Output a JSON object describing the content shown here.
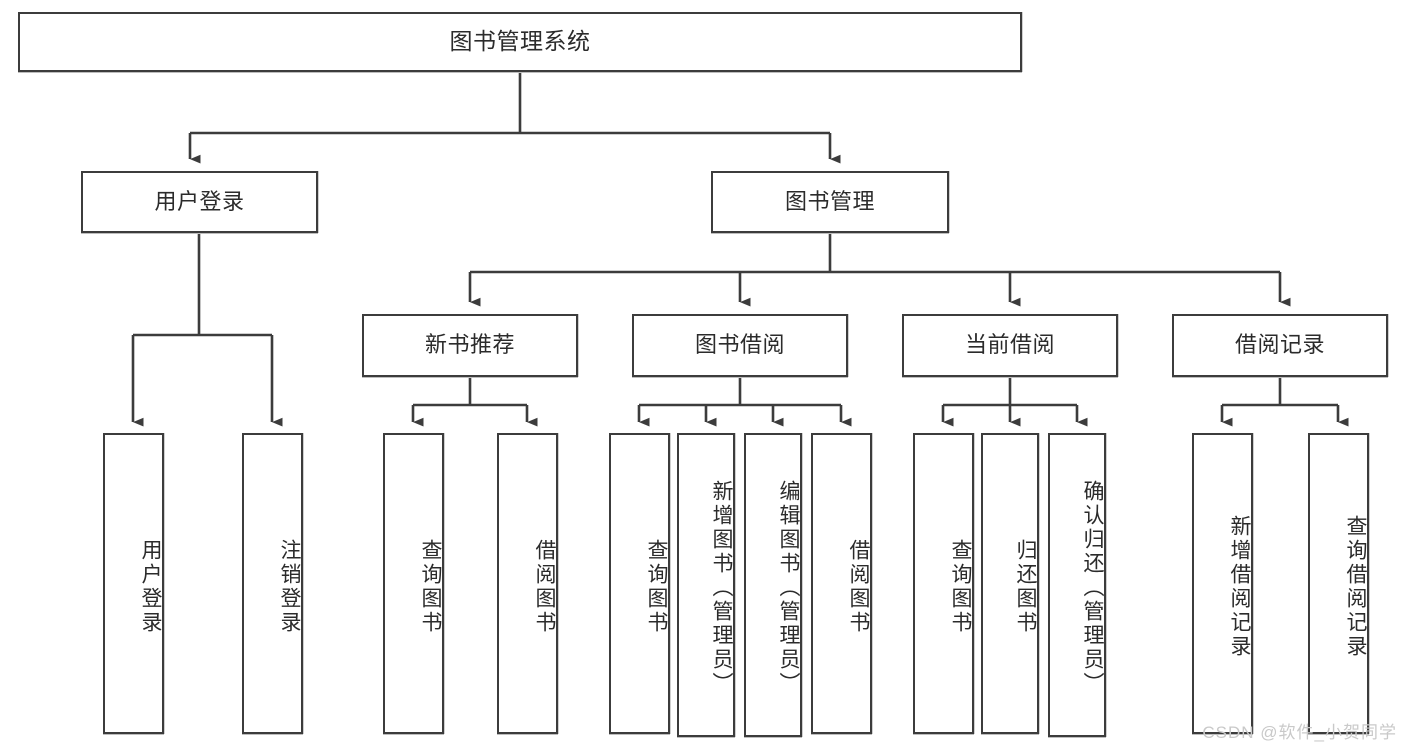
{
  "diagram": {
    "type": "tree",
    "title": "图书管理系统",
    "watermark": "CSDN @软件_小贺同学",
    "colors": {
      "border": "#3c3c3c",
      "text": "#2b2b2b",
      "background": "#ffffff",
      "watermark": "#c9c9c9"
    },
    "nodes": {
      "root": {
        "label": "图书管理系统"
      },
      "level2": [
        {
          "id": "user-login",
          "label": "用户登录"
        },
        {
          "id": "book-manage",
          "label": "图书管理"
        }
      ],
      "level3": [
        {
          "id": "new-book-recommend",
          "label": "新书推荐"
        },
        {
          "id": "book-borrow",
          "label": "图书借阅"
        },
        {
          "id": "current-borrow",
          "label": "当前借阅"
        },
        {
          "id": "borrow-record",
          "label": "借阅记录"
        }
      ],
      "leaves": {
        "user-login": [
          {
            "id": "leaf-user-login",
            "label": "用户登录"
          },
          {
            "id": "leaf-user-logout",
            "label": "注销登录"
          }
        ],
        "new-book-recommend": [
          {
            "id": "leaf-query-book-1",
            "label": "查询图书"
          },
          {
            "id": "leaf-borrow-book-1",
            "label": "借阅图书"
          }
        ],
        "book-borrow": [
          {
            "id": "leaf-query-book-2",
            "label": "查询图书"
          },
          {
            "id": "leaf-add-book",
            "label": "新增图书（管理员）"
          },
          {
            "id": "leaf-edit-book",
            "label": "编辑图书（管理员）"
          },
          {
            "id": "leaf-borrow-book-2",
            "label": "借阅图书"
          }
        ],
        "current-borrow": [
          {
            "id": "leaf-query-book-3",
            "label": "查询图书"
          },
          {
            "id": "leaf-return-book",
            "label": "归还图书"
          },
          {
            "id": "leaf-confirm-return",
            "label": "确认归还（管理员）"
          }
        ],
        "borrow-record": [
          {
            "id": "leaf-add-record",
            "label": "新增借阅记录"
          },
          {
            "id": "leaf-query-record",
            "label": "查询借阅记录"
          }
        ]
      }
    }
  }
}
